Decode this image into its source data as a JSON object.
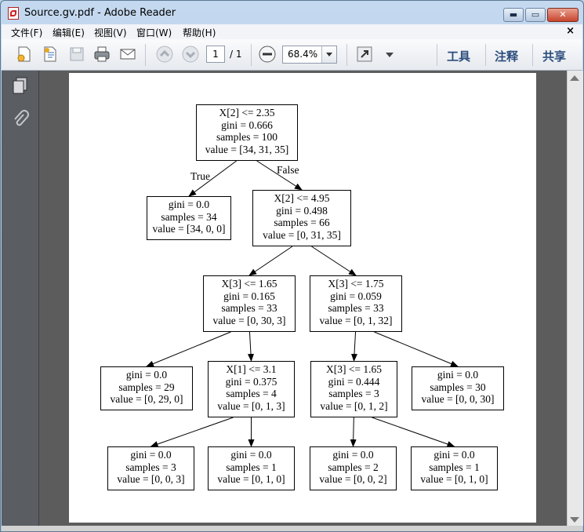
{
  "window": {
    "title": "Source.gv.pdf - Adobe Reader",
    "min_glyph": "▬",
    "max_glyph": "▭",
    "close_glyph": "✕"
  },
  "menu": {
    "items": [
      "文件(F)",
      "编辑(E)",
      "视图(V)",
      "窗口(W)",
      "帮助(H)"
    ],
    "close_glyph": "×"
  },
  "toolbar": {
    "page_current": "1",
    "page_total": "/ 1",
    "zoom": "68.4%",
    "tools_label": "工具",
    "comment_label": "注释",
    "share_label": "共享"
  },
  "tree": {
    "nodes": [
      {
        "id": "n0",
        "lines": [
          "X[2] <= 2.35",
          "gini = 0.666",
          "samples = 100",
          "value = [34, 31, 35]"
        ]
      },
      {
        "id": "n1",
        "lines": [
          "gini = 0.0",
          "samples = 34",
          "value = [34, 0, 0]"
        ]
      },
      {
        "id": "n2",
        "lines": [
          "X[2] <= 4.95",
          "gini = 0.498",
          "samples = 66",
          "value = [0, 31, 35]"
        ]
      },
      {
        "id": "n3",
        "lines": [
          "X[3] <= 1.65",
          "gini = 0.165",
          "samples = 33",
          "value = [0, 30, 3]"
        ]
      },
      {
        "id": "n4",
        "lines": [
          "X[3] <= 1.75",
          "gini = 0.059",
          "samples = 33",
          "value = [0, 1, 32]"
        ]
      },
      {
        "id": "n5",
        "lines": [
          "gini = 0.0",
          "samples = 29",
          "value = [0, 29, 0]"
        ]
      },
      {
        "id": "n6",
        "lines": [
          "X[1] <= 3.1",
          "gini = 0.375",
          "samples = 4",
          "value = [0, 1, 3]"
        ]
      },
      {
        "id": "n7",
        "lines": [
          "X[3] <= 1.65",
          "gini = 0.444",
          "samples = 3",
          "value = [0, 1, 2]"
        ]
      },
      {
        "id": "n8",
        "lines": [
          "gini = 0.0",
          "samples = 30",
          "value = [0, 0, 30]"
        ]
      },
      {
        "id": "n9",
        "lines": [
          "gini = 0.0",
          "samples = 3",
          "value = [0, 0, 3]"
        ]
      },
      {
        "id": "n10",
        "lines": [
          "gini = 0.0",
          "samples = 1",
          "value = [0, 1, 0]"
        ]
      },
      {
        "id": "n11",
        "lines": [
          "gini = 0.0",
          "samples = 2",
          "value = [0, 0, 2]"
        ]
      },
      {
        "id": "n12",
        "lines": [
          "gini = 0.0",
          "samples = 1",
          "value = [0, 1, 0]"
        ]
      }
    ],
    "edges": [
      {
        "from": "n0",
        "to": "n1",
        "label": "True"
      },
      {
        "from": "n0",
        "to": "n2",
        "label": "False"
      },
      {
        "from": "n2",
        "to": "n3",
        "label": ""
      },
      {
        "from": "n2",
        "to": "n4",
        "label": ""
      },
      {
        "from": "n3",
        "to": "n5",
        "label": ""
      },
      {
        "from": "n3",
        "to": "n6",
        "label": ""
      },
      {
        "from": "n4",
        "to": "n7",
        "label": ""
      },
      {
        "from": "n4",
        "to": "n8",
        "label": ""
      },
      {
        "from": "n6",
        "to": "n9",
        "label": ""
      },
      {
        "from": "n6",
        "to": "n10",
        "label": ""
      },
      {
        "from": "n7",
        "to": "n11",
        "label": ""
      },
      {
        "from": "n7",
        "to": "n12",
        "label": ""
      }
    ]
  }
}
